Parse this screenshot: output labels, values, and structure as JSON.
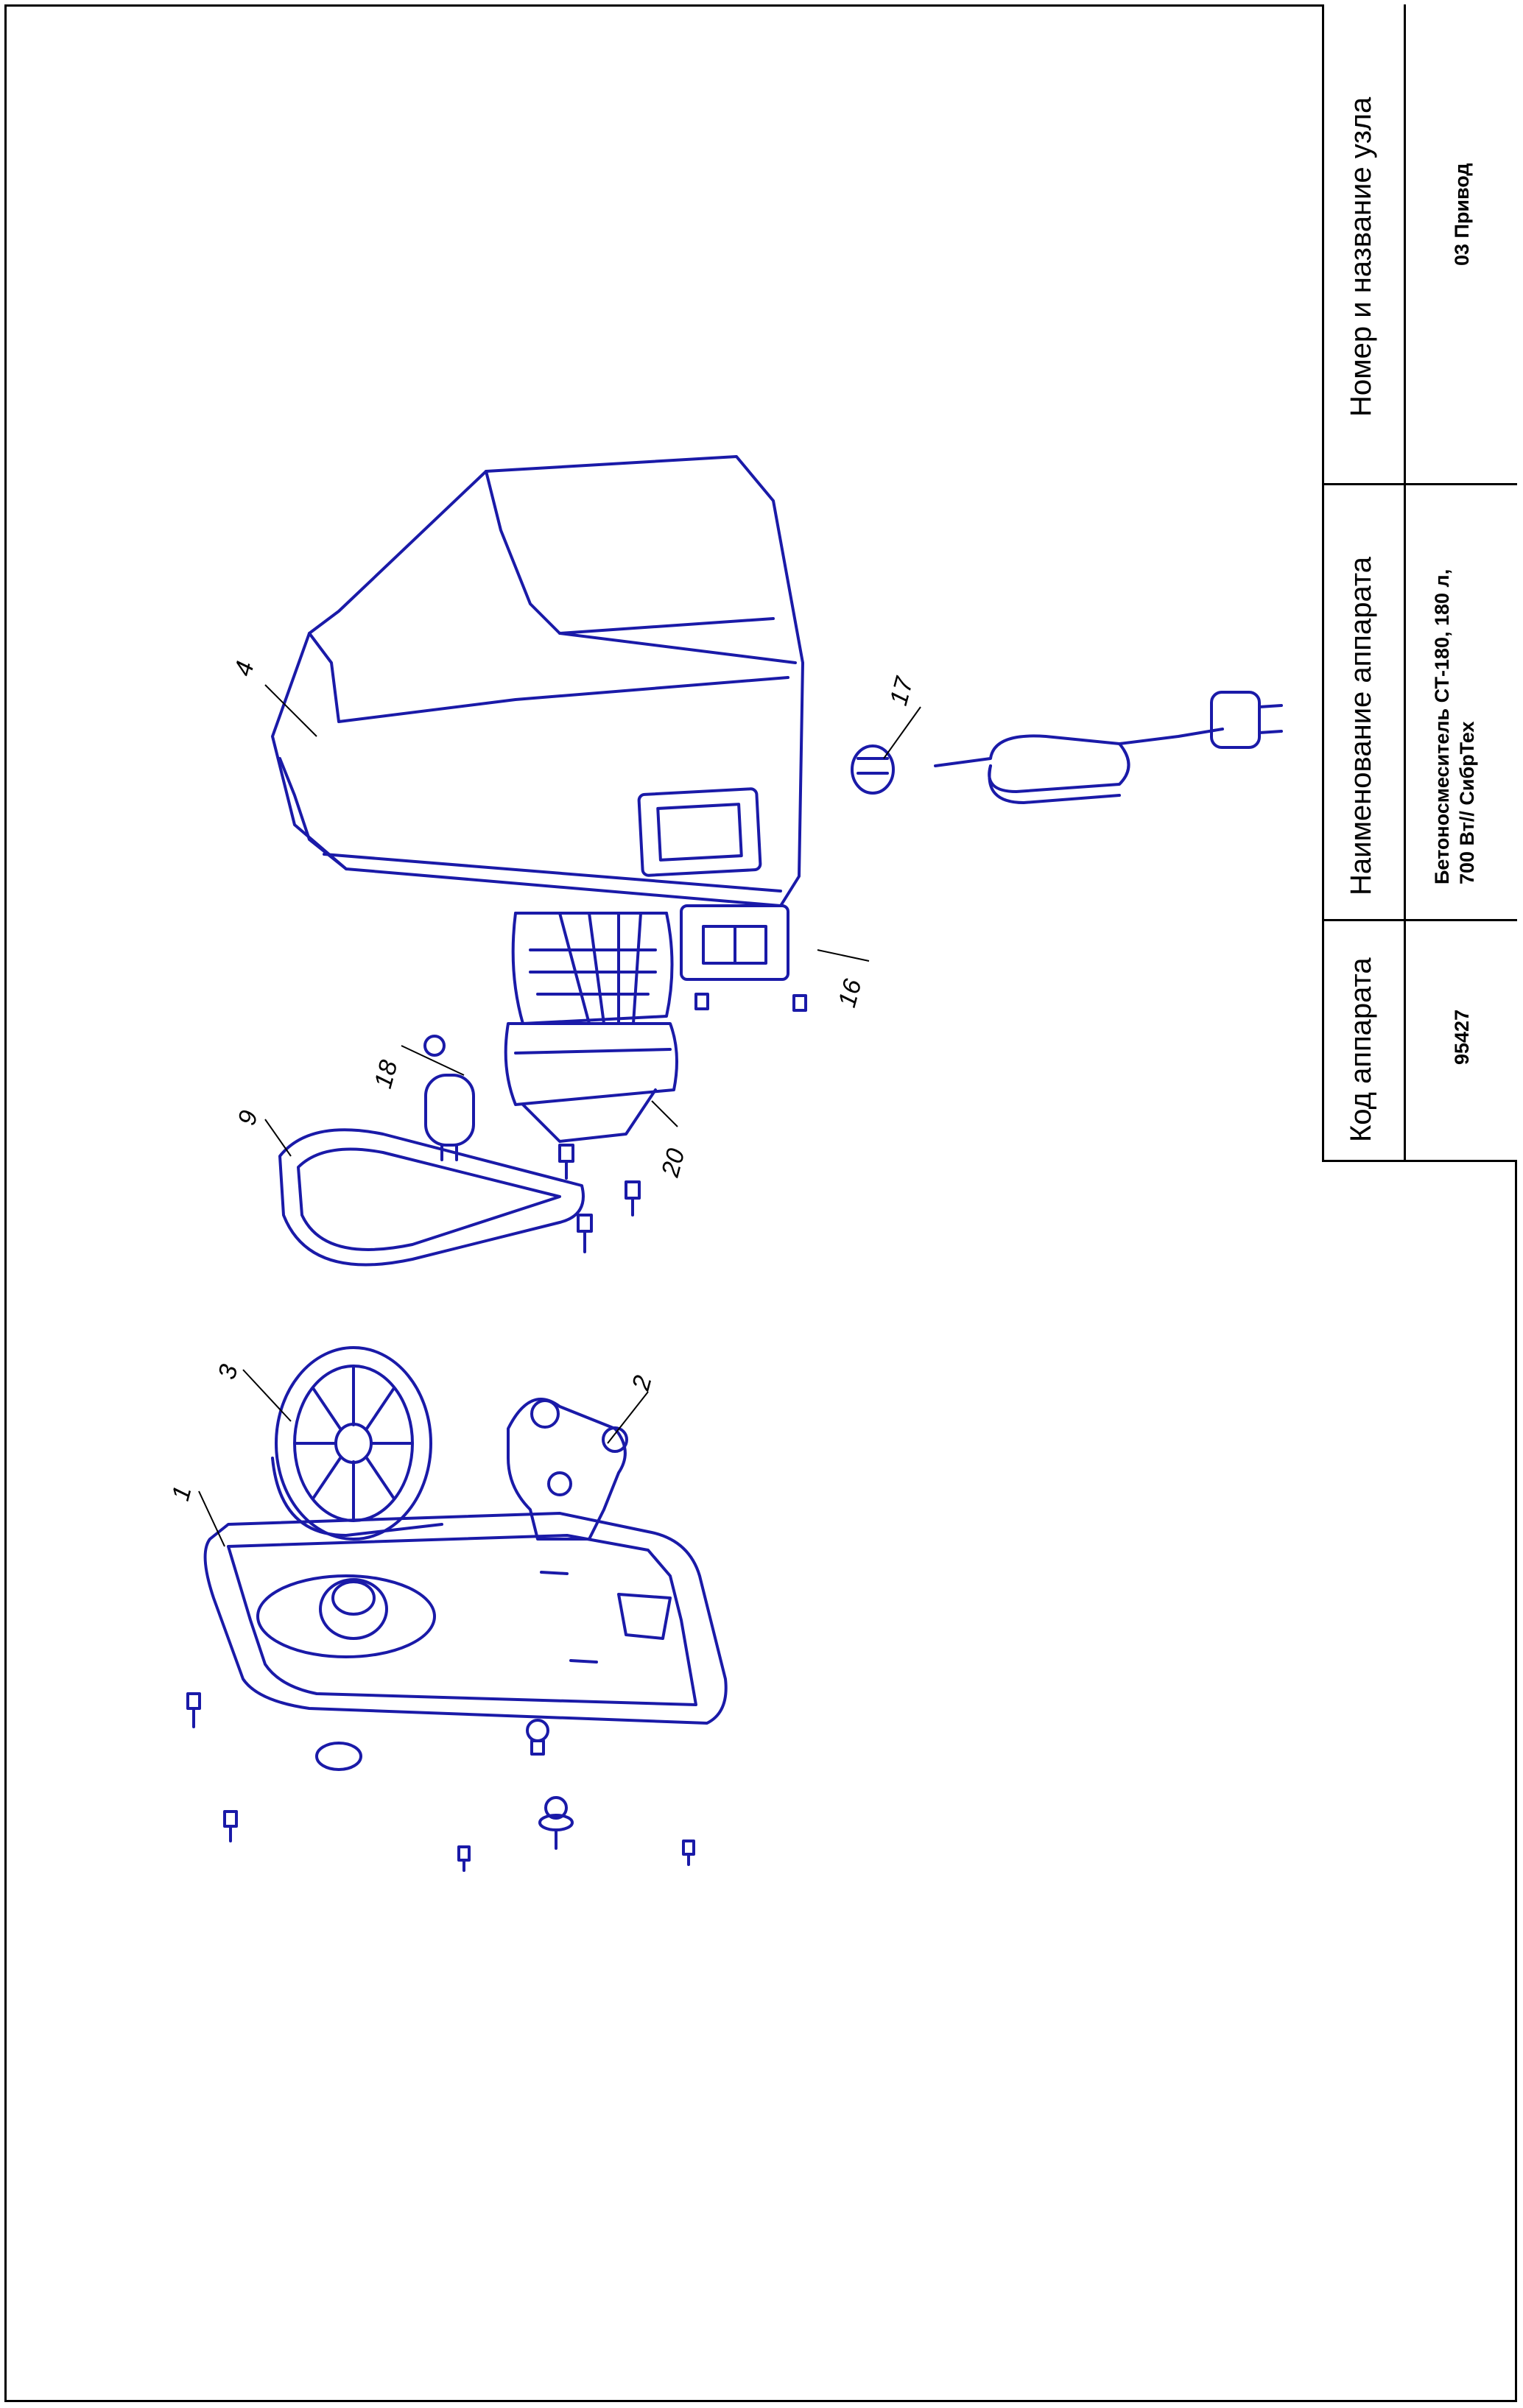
{
  "title_block": {
    "code_header": "Код аппарата",
    "code_value": "95427",
    "name_header": "Наименование аппарата",
    "name_value_line1": "Бетоносмеситель СТ-180, 180 л,",
    "name_value_line2": "700 Вт// СибрТех",
    "node_header": "Номер и название узла",
    "node_value": "03 Привод"
  },
  "callouts": [
    {
      "id": "c1",
      "text": "1"
    },
    {
      "id": "c2",
      "text": "2"
    },
    {
      "id": "c3",
      "text": "3"
    },
    {
      "id": "c4",
      "text": "4"
    },
    {
      "id": "c9",
      "text": "9"
    },
    {
      "id": "c16",
      "text": "16"
    },
    {
      "id": "c17",
      "text": "17"
    },
    {
      "id": "c18",
      "text": "18"
    },
    {
      "id": "c20",
      "text": "20"
    }
  ],
  "colors": {
    "line": "#1a1aa8",
    "border": "#000000"
  }
}
